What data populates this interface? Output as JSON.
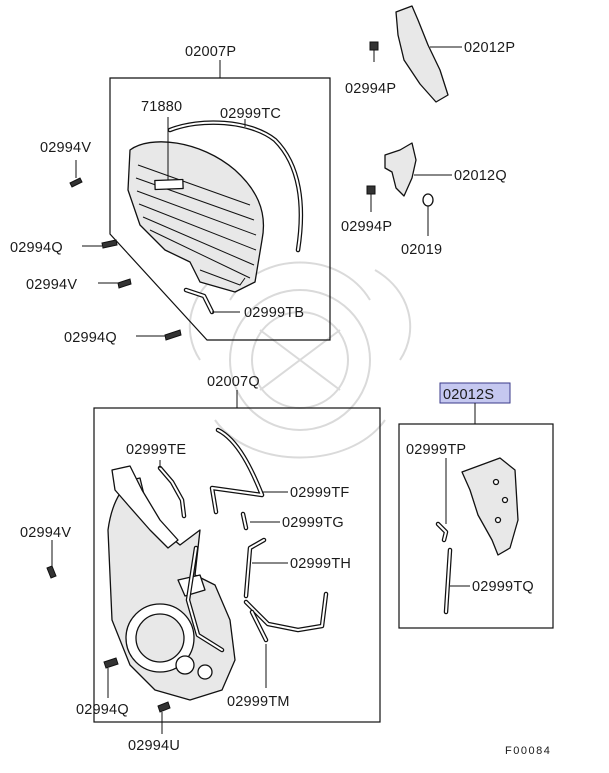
{
  "diagram": {
    "upper_group": {
      "group_label": "02007P",
      "parts": {
        "p71880": "71880",
        "p02999TC": "02999TC",
        "p02999TB": "02999TB",
        "p02994V_a": "02994V",
        "p02994Q_a": "02994Q",
        "p02994V_b": "02994V",
        "p02994Q_b": "02994Q"
      }
    },
    "top_right": {
      "p02012P": "02012P",
      "p02994P_a": "02994P",
      "p02012Q": "02012Q",
      "p02994P_b": "02994P",
      "p02019": "02019"
    },
    "lower_group": {
      "group_label": "02007Q",
      "parts": {
        "p02999TE": "02999TE",
        "p02999TF": "02999TF",
        "p02999TG": "02999TG",
        "p02999TH": "02999TH",
        "p02999TM": "02999TM",
        "p02994V": "02994V",
        "p02994Q": "02994Q",
        "p02994U": "02994U"
      }
    },
    "right_group": {
      "group_label": "02012S",
      "highlight_color": "#c5c8f0",
      "parts": {
        "p02999TP": "02999TP",
        "p02999TQ": "02999TQ"
      }
    },
    "figure_code": "F00084"
  }
}
